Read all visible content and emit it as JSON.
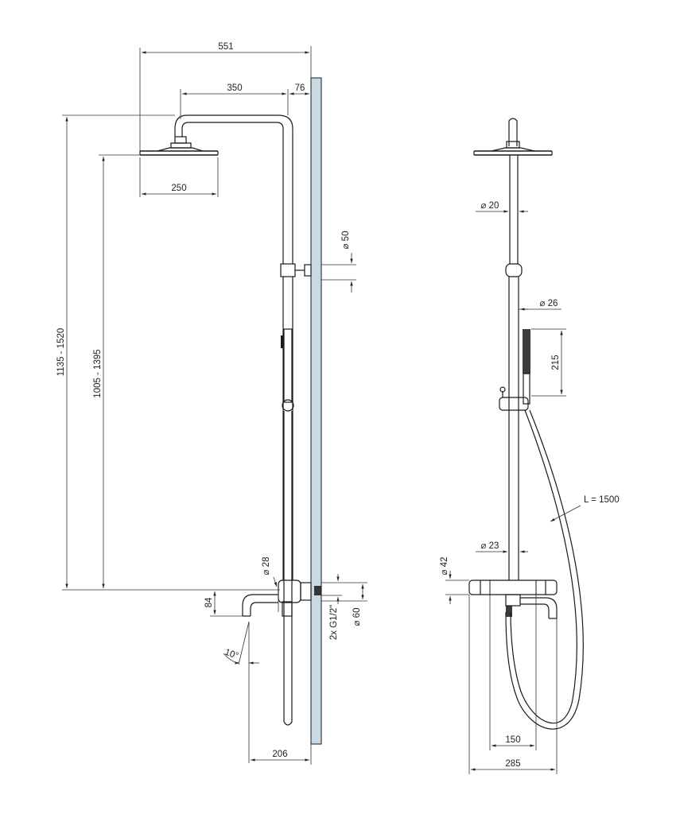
{
  "dimensions": {
    "overall_width": "551",
    "arm_length": "350",
    "wall_offset": "76",
    "head_diameter": "250",
    "height_range_total": "1135 - 1520",
    "height_range_head": "1005 - 1395",
    "bracket_dia": "50",
    "mixer_pipe_dia": "28",
    "spout_height": "84",
    "spout_angle": "10°",
    "connection": "2x G1/2\"",
    "connection_dia": "60",
    "spout_projection": "206",
    "upper_pipe_dia": "20",
    "lower_pipe_dia": "26",
    "handshower_length": "215",
    "hose_length": "L = 1500",
    "riser_dia": "23",
    "mixer_dia": "42",
    "inlet_spacing": "150",
    "mixer_width": "285"
  },
  "colors": {
    "wall_fill": "#c9d9e3",
    "line": "#1a1a1a"
  }
}
